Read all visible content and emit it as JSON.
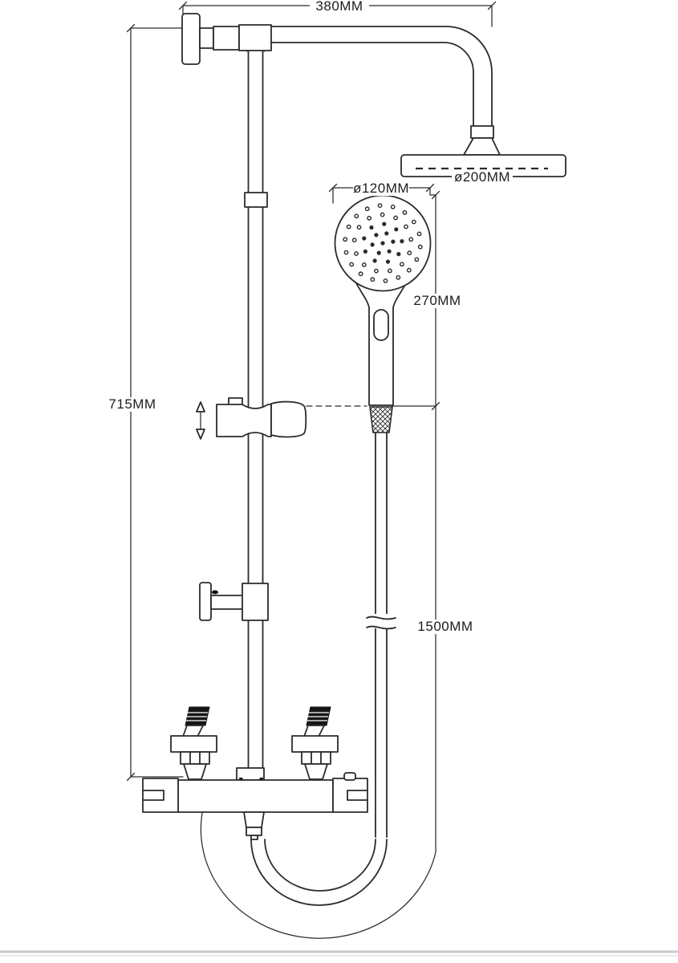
{
  "drawing": {
    "dimensions": {
      "arm_reach": "380MM",
      "head_diameter": "ø200MM",
      "hand_shower_diameter": "ø120MM",
      "hand_shower_length": "270MM",
      "riser_height": "715MM",
      "hose_length": "1500MM"
    },
    "colors": {
      "line": "#2b2b2b",
      "floor_line": "#c8cbce",
      "background": "#ffffff"
    }
  }
}
